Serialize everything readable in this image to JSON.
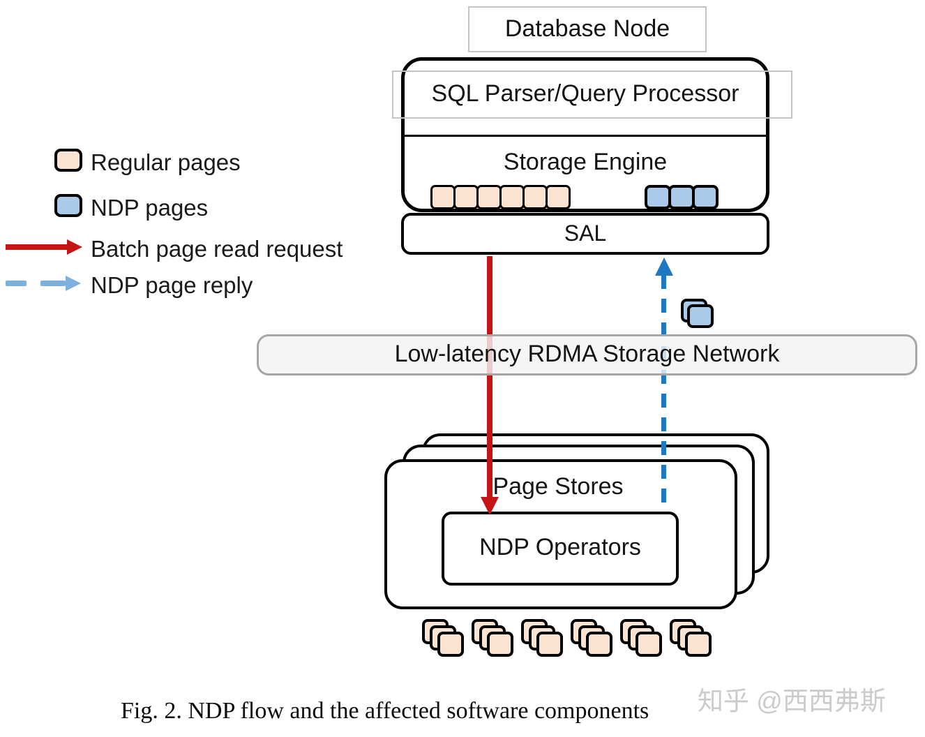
{
  "caption": "Fig. 2.  NDP flow and the affected software components",
  "watermark": "知乎 @西西弗斯",
  "colors": {
    "regular_page": "#fbe3d1",
    "ndp_page": "#abc9e9",
    "batch_arrow": "#c41414",
    "reply_arrow": "#1f78c2",
    "legend_reply_arrow": "#7db0dd",
    "faint_outline": "#c4c4c4",
    "network_border": "#a6a6a6"
  },
  "legend": {
    "items": [
      {
        "id": "regular-pages",
        "label": "Regular pages"
      },
      {
        "id": "ndp-pages",
        "label": "NDP pages"
      },
      {
        "id": "batch-read",
        "label": "Batch page read request"
      },
      {
        "id": "ndp-reply",
        "label": "NDP page reply"
      }
    ]
  },
  "diagram": {
    "database_node_label": "Database Node",
    "sql_parser_label": "SQL Parser/Query Processor",
    "storage_engine_label": "Storage Engine",
    "storage_engine_regular_pages": 6,
    "storage_engine_ndp_pages": 3,
    "sal_label": "SAL",
    "network_label": "Low-latency RDMA Storage Network",
    "reply_page_count": 2,
    "page_stores_label": "Page Stores",
    "page_stores_stack_count": 3,
    "ndp_operators_label": "NDP Operators",
    "bottom_stack_count": 6,
    "bottom_pages_per_stack": 3
  }
}
